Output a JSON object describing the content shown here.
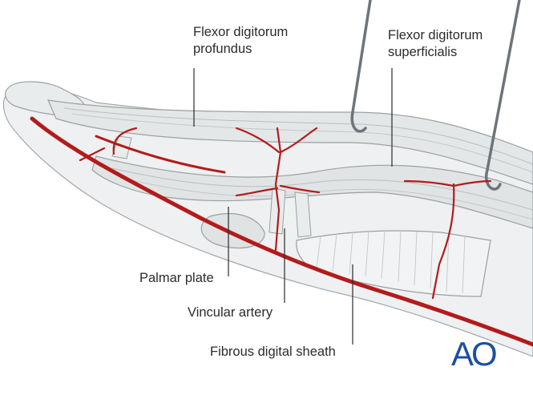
{
  "labels": {
    "fdp_line1": "Flexor digitorum",
    "fdp_line2": "profundus",
    "fds_line1": "Flexor digitorum",
    "fds_line2": "superficialis",
    "palmar_plate": "Palmar plate",
    "vincular_artery": "Vincular artery",
    "fibrous_sheath": "Fibrous digital sheath"
  },
  "logo": {
    "text": "AO"
  },
  "colors": {
    "artery": "#b31b1b",
    "tendon_fill": "#e6e9ea",
    "tendon_line": "#9aa0a3",
    "leader": "#2b2b2b",
    "logo": "#1d4fa0"
  }
}
